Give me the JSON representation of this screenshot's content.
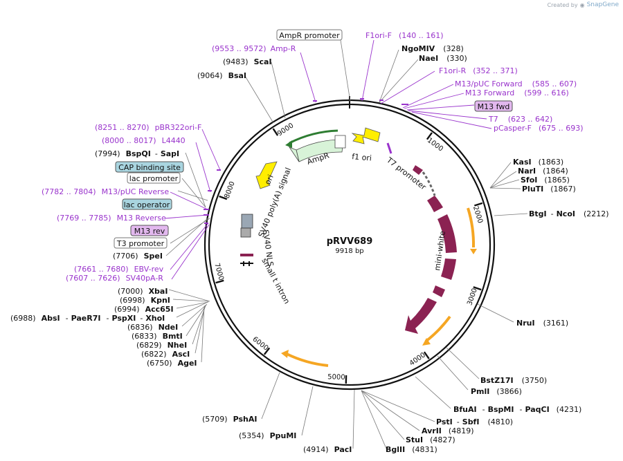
{
  "watermark": {
    "created_by": "Created by",
    "brand": "SnapGene"
  },
  "plasmid": {
    "name": "pRVV689",
    "length_label": "9918 bp",
    "length": 9918
  },
  "ticks": [
    "1000",
    "2000",
    "3000",
    "4000",
    "5000",
    "6000",
    "7000",
    "8000",
    "9000"
  ],
  "colors": {
    "primer": "#9933cc",
    "primer_box": "#e2b8ee",
    "orange": "#f5a623",
    "green": "#2e7d32",
    "maroon": "#8b2252",
    "yellow": "#ffee00",
    "blue_box": "#a9d5e0"
  },
  "enzymes_top": [
    {
      "name": "NgoMIV",
      "pos": "(328)"
    },
    {
      "name": "NaeI",
      "pos": "(330)"
    },
    {
      "name": "ScaI",
      "pos": "(9483)"
    },
    {
      "name": "BsaI",
      "pos": "(9064)"
    }
  ],
  "primers_top": [
    {
      "text": "F1ori-F",
      "pos": "(140 .. 161)"
    },
    {
      "text": "(9553 .. 9572)",
      "name": "Amp-R"
    },
    {
      "text": "F1ori-R",
      "pos": "(352 .. 371)"
    },
    {
      "text": "M13/pUC Forward",
      "pos": "(585 .. 607)"
    },
    {
      "text": "M13 Forward",
      "pos": "(599 .. 616)"
    },
    {
      "text": "T7",
      "pos": "(623 .. 642)"
    },
    {
      "text": "pCasper-F",
      "pos": "(675 .. 693)"
    }
  ],
  "boxes": {
    "ampr_promoter": "AmpR promoter",
    "m13_fwd": "M13 fwd",
    "cap_site": "CAP binding site",
    "lac_promoter": "lac promoter",
    "lac_operator": "lac operator",
    "m13_rev": "M13 rev",
    "t3_promoter": "T3 promoter"
  },
  "left_labels": [
    {
      "pos": "(8251 .. 8270)",
      "name": "pBR322ori-F"
    },
    {
      "pos": "(8000 .. 8017)",
      "name": "L4440"
    },
    {
      "pos": "(7994)",
      "name": "BspQI",
      "extra": "SapI"
    },
    {
      "pos": "(7782 .. 7804)",
      "name": "M13/pUC Reverse"
    },
    {
      "pos": "(7769 .. 7785)",
      "name": "M13 Reverse"
    },
    {
      "pos": "(7706)",
      "name": "SpeI"
    },
    {
      "pos": "(7661 .. 7680)",
      "name": "EBV-rev"
    },
    {
      "pos": "(7607 .. 7626)",
      "name": "SV40pA-R"
    },
    {
      "pos": "(7000)",
      "name": "XbaI"
    },
    {
      "pos": "(6998)",
      "name": "KpnI"
    },
    {
      "pos": "(6994)",
      "name": "Acc65I"
    },
    {
      "pos": "(6988)",
      "name": "AbsI",
      "extra1": "PaeR7I",
      "extra2": "PspXI",
      "extra3": "XhoI"
    },
    {
      "pos": "(6836)",
      "name": "NdeI"
    },
    {
      "pos": "(6833)",
      "name": "BmtI"
    },
    {
      "pos": "(6829)",
      "name": "NheI"
    },
    {
      "pos": "(6822)",
      "name": "AscI"
    },
    {
      "pos": "(6750)",
      "name": "AgeI"
    }
  ],
  "right_enzymes": [
    {
      "name": "KasI",
      "pos": "(1863)"
    },
    {
      "name": "NarI",
      "pos": "(1864)"
    },
    {
      "name": "SfoI",
      "pos": "(1865)"
    },
    {
      "name": "PluTI",
      "pos": "(1867)"
    },
    {
      "name": "BtgI",
      "extra": "NcoI",
      "pos": "(2212)"
    },
    {
      "name": "NruI",
      "pos": "(3161)"
    },
    {
      "name": "BstZ17I",
      "pos": "(3750)"
    },
    {
      "name": "PmlI",
      "pos": "(3866)"
    },
    {
      "name": "BfuAI",
      "extra1": "BspMI",
      "extra2": "PaqCI",
      "pos": "(4231)"
    },
    {
      "name": "PstI",
      "extra": "SbfI",
      "pos": "(4810)"
    },
    {
      "name": "AvrII",
      "pos": "(4819)"
    },
    {
      "name": "StuI",
      "pos": "(4827)"
    },
    {
      "name": "BglII",
      "pos": "(4831)"
    }
  ],
  "bottom_enzymes": [
    {
      "pos": "(5709)",
      "name": "PshAI"
    },
    {
      "pos": "(5354)",
      "name": "PpuMI"
    },
    {
      "pos": "(4914)",
      "name": "PacI"
    }
  ],
  "features": {
    "ampr": "AmpR",
    "f1_ori": "f1 ori",
    "t7_promoter": "T7 promoter",
    "ori": "ori",
    "sv40_polya": "SV40 poly(A) signal",
    "sv40_nls": "SV40 NLS",
    "small_t": "small t intron",
    "mini_white": "mini-white"
  }
}
